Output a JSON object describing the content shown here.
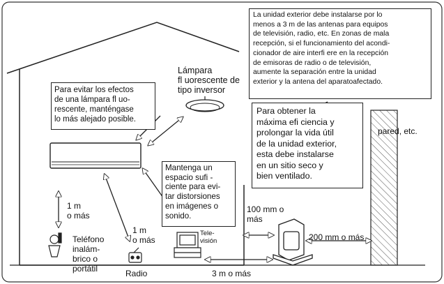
{
  "colors": {
    "line": "#222222",
    "background": "#ffffff",
    "wall_hatch": "#444444"
  },
  "icons": [
    "house-outline",
    "indoor-unit",
    "ceiling-lamp",
    "cordless-phone",
    "radio",
    "television",
    "outdoor-unit",
    "wall",
    "double-arrow"
  ],
  "notes": {
    "antenna": "La unidad exterior debe instalarse por lo\nmenos a 3 m de las antenas para equipos\nde televisión, radio, etc. En zonas de mala\nrecepción, si el funcionamiento del acondi-\ncionador de aire interfi ere en la recepción\nde emisoras de radio o de televisión,\naumente la separación entre la unidad\nexterior y la antena del aparatoafectado.",
    "lamp_label": "Lámpara\nfl uorescente de\ntipo inversor",
    "lamp_warning": "Para evitar los efectos\nde una lámpara fl uo-\nrescente, manténgase\nlo más alejado posible.",
    "outdoor_placement": "Para obtener la\nmáxima efi ciencia y\nprolongar la vida útil\nde la unidad exterior,\nesta debe instalarse\nen un sitio seco y\nbien ventilado.",
    "space": "Mantenga un\nespacio sufi -\nciente para evi-\ntar distorsiones\nen imágenes o\nsonido.",
    "wall_label": "pared, etc.",
    "dist_phone": "1 m\no más",
    "dist_radio": "1 m\no más",
    "phone_label": "Teléfono\ninalám-\nbrico o\nportátil",
    "radio_label": "Radio",
    "tv_label": "Tele-\nvisión",
    "dist_3m": "3 m o más",
    "dist_100mm": "100 mm o\nmás",
    "dist_200mm": "200 mm o más"
  }
}
